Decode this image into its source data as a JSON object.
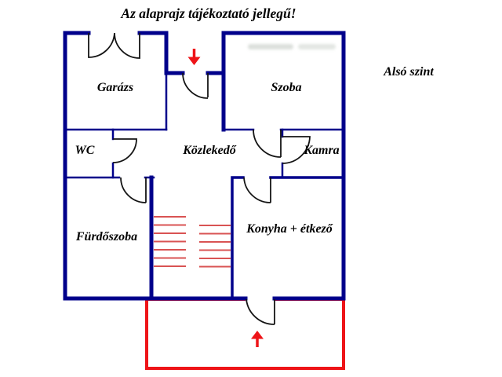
{
  "title": "Az alaprajz tájékoztató jellegű!",
  "level_label": "Alsó szint",
  "rooms": {
    "garage": "Garázs",
    "bedroom": "Szoba",
    "wc": "WC",
    "hallway": "Közlekedő",
    "pantry": "Kamra",
    "bathroom": "Fürdőszoba",
    "kitchen": "Konyha + étkező"
  },
  "colors": {
    "wall": "#00008b",
    "door": "#141414",
    "accent": "#ee1418",
    "stairs": "#d95353",
    "text": "#000000",
    "background": "#ffffff"
  }
}
